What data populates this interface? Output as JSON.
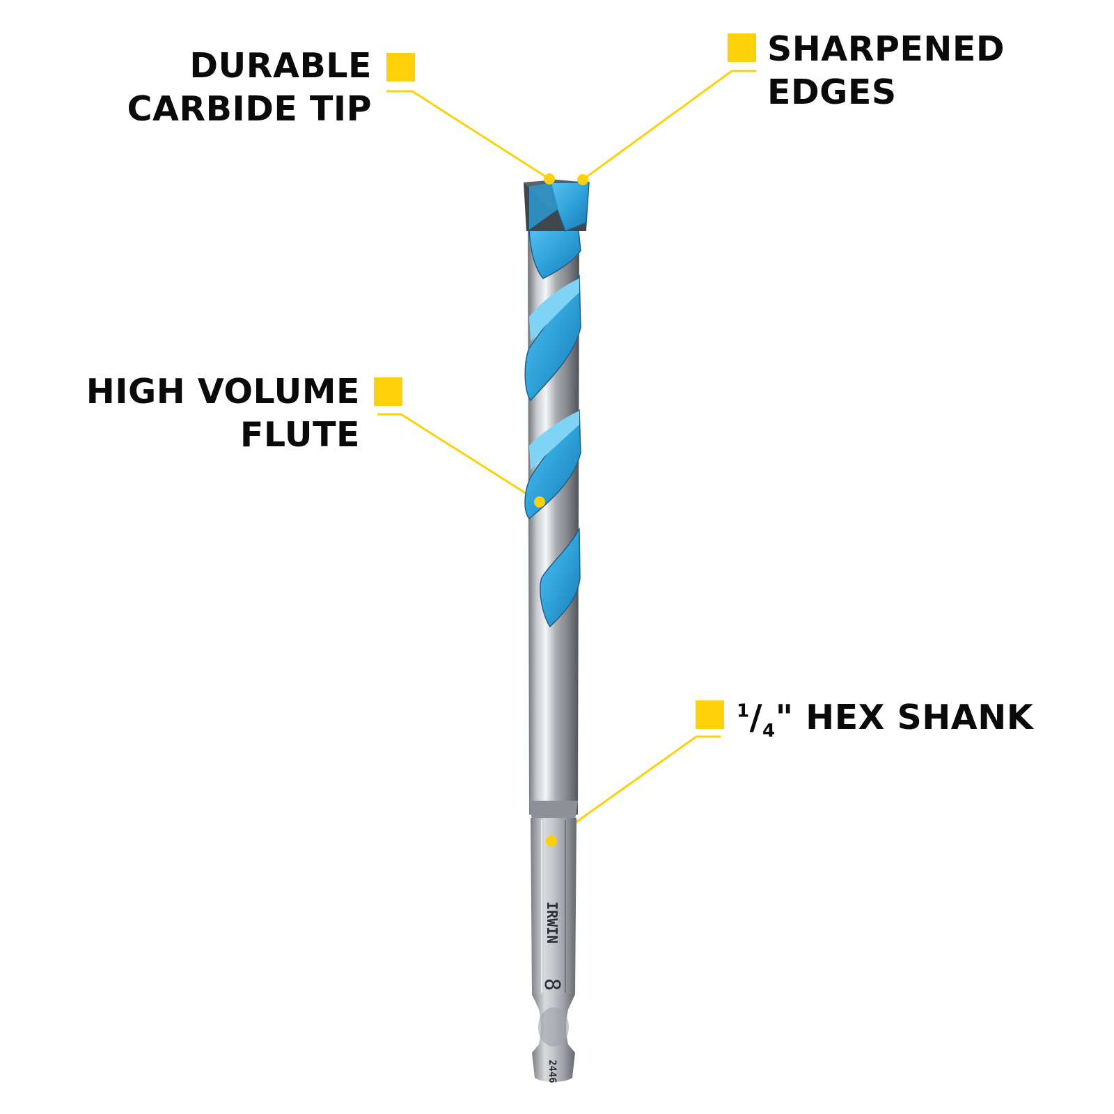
{
  "accent_color": "#FDD10A",
  "bit_blue": "#2FA3DA",
  "callouts": {
    "tip": {
      "line1": "DURABLE",
      "line2": "CARBIDE TIP"
    },
    "edges": {
      "line1": "SHARPENED",
      "line2": "EDGES"
    },
    "flute": {
      "line1": "HIGH VOLUME",
      "line2": "FLUTE"
    },
    "shank": {
      "numerator": "1",
      "slash": "/",
      "denominator": "4",
      "rest": "\" HEX SHANK"
    }
  },
  "engraving": {
    "brand": "IRWIN",
    "size": "8",
    "code": "2446"
  }
}
